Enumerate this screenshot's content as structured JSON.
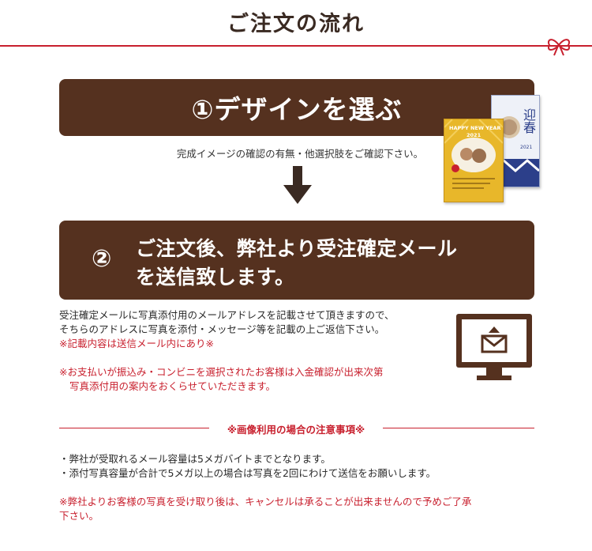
{
  "header": {
    "title": "ご注文の流れ"
  },
  "step1": {
    "label": "①デザインを選ぶ",
    "note": "完成イメージの確認の有無・他選択肢をご確認下さい。",
    "card_gold_text": "HAPPY NEW YEAR",
    "card_gold_year": "2021",
    "card_blue_text": "迎春",
    "card_blue_year": "2021"
  },
  "step2": {
    "number": "②",
    "line1": "ご注文後、弊社より受注確定メール",
    "line2": "を送信致します。",
    "desc1": "受注確定メールに写真添付用のメールアドレスを記載させて頂きますので、",
    "desc2": "そちらのアドレスに写真を添付・メッセージ等を記載の上ご返信下さい。",
    "note_red1": "※記載内容は送信メール内にあり※",
    "note_red2a": "※お支払いが振込み・コンビニを選択されたお客様は入金確認が出来次第",
    "note_red2b": "写真添付用の案内をおくらせていただきます。"
  },
  "notice": {
    "title": "※画像利用の場合の注意事項※",
    "item1": "・弊社が受取れるメール容量は5メガバイトまでとなります。",
    "item2": "・添付写真容量が合計で5メガ以上の場合は写真を2回にわけて送信をお願いします。",
    "warning_a": "※弊社よりお客様の写真を受け取り後は、キャンセルは承ることが出来ませんので予めご了承",
    "warning_b": "下さい。"
  },
  "colors": {
    "brown": "#55311f",
    "red": "#c8202e"
  },
  "icons": {
    "bow": "red-ribbon-bow-icon",
    "arrow": "down-arrow-icon",
    "monitor": "monitor-mail-icon"
  }
}
